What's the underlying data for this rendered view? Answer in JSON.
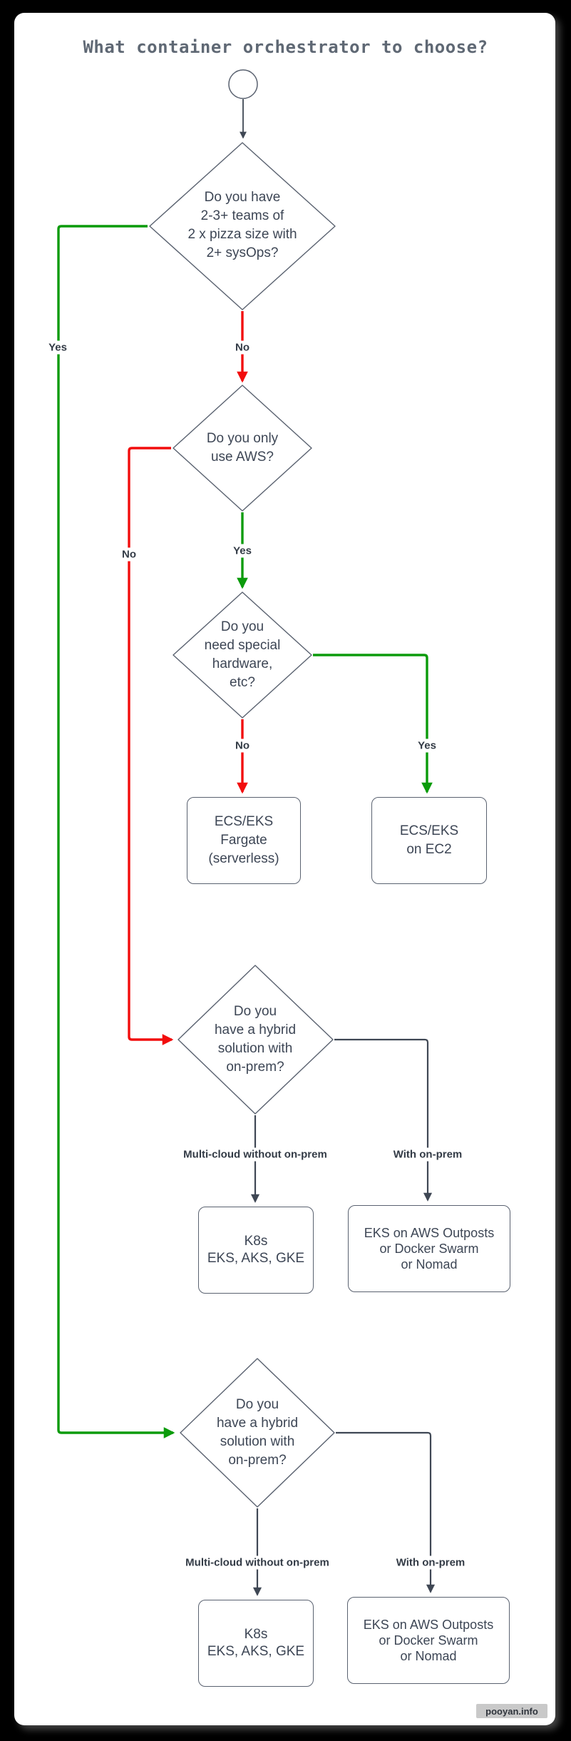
{
  "title": "What container orchestrator to choose?",
  "watermark": "pooyan.info",
  "colors": {
    "yes_green": "#0b9b0b",
    "no_red": "#f20d0d",
    "connector_dark": "#3f4754",
    "node_border": "#5a6270",
    "node_text": "#3d4655",
    "label_text": "#333b46",
    "card_background": "#ffffff",
    "page_background": "#000000",
    "badge_background": "#c9c9c9"
  },
  "nodes": {
    "start": {
      "type": "start-circle"
    },
    "d1": {
      "question": [
        "Do you have",
        "2-3+ teams of",
        "2 x pizza size with",
        "2+ sysOps?"
      ]
    },
    "d2": {
      "question": [
        "Do you only",
        "use AWS?"
      ]
    },
    "d3": {
      "question": [
        "Do you",
        "need special",
        "hardware,",
        "etc?"
      ]
    },
    "d4": {
      "question": [
        "Do you",
        "have a hybrid",
        "solution with",
        "on-prem?"
      ]
    },
    "d5": {
      "question": [
        "Do you",
        "have a hybrid",
        "solution with",
        "on-prem?"
      ]
    },
    "r1": {
      "result": [
        "ECS/EKS",
        "Fargate",
        "(serverless)"
      ]
    },
    "r2": {
      "result": [
        "ECS/EKS",
        "on EC2"
      ]
    },
    "r3": {
      "result": [
        "K8s",
        "EKS, AKS, GKE"
      ]
    },
    "r4": {
      "result": [
        "EKS on AWS Outposts",
        "or Docker Swarm",
        "or Nomad"
      ]
    },
    "r5": {
      "result": [
        "K8s",
        "EKS, AKS, GKE"
      ]
    },
    "r6": {
      "result": [
        "EKS on AWS Outposts",
        "or Docker Swarm",
        "or Nomad"
      ]
    }
  },
  "edge_labels": {
    "d1_yes": "Yes",
    "d1_no": "No",
    "d2_no": "No",
    "d2_yes": "Yes",
    "d3_no": "No",
    "d3_yes": "Yes",
    "d4_multicloud": "Multi-cloud without on-prem",
    "d4_withonprem": "With on-prem",
    "d5_multicloud": "Multi-cloud without on-prem",
    "d5_withonprem": "With on-prem"
  }
}
